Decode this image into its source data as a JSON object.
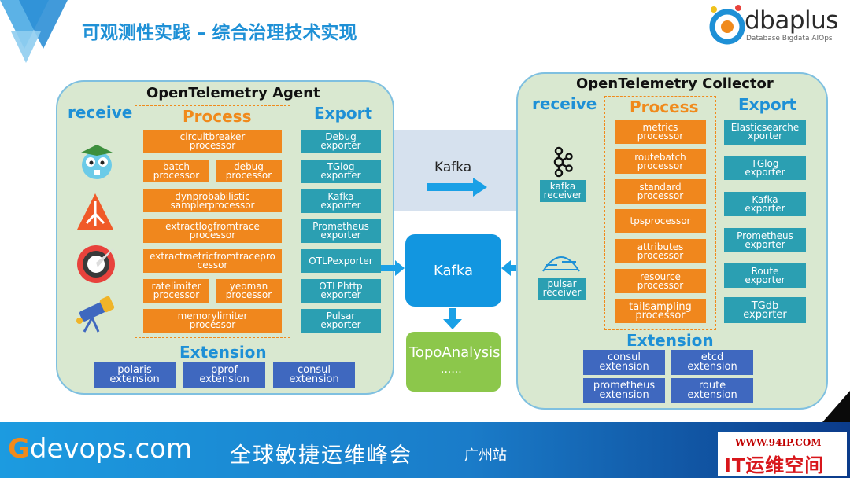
{
  "slide": {
    "title": "可观测性实践 – 综合治理技术实现"
  },
  "brand": {
    "name": "dbaplus",
    "tagline": "Database  Bigdata  AIOps"
  },
  "agent": {
    "title": "OpenTelemetry Agent",
    "receive_label": "receive",
    "process_label": "Process",
    "export_label": "Export",
    "extension_label": "Extension",
    "receivers": [
      "gopher-icon",
      "ant-icon",
      "gauge-icon",
      "telescope-icon"
    ],
    "processors": [
      "circuitbreaker\nprocessor",
      "batch\nprocessor",
      "debug\nprocessor",
      "dynprobabilistic\nsamplerprocessor",
      "extractlogfromtrace\nprocessor",
      "extractmetricfromtracepro\ncessor",
      "ratelimiter\nprocessor",
      "yeoman\nprocessor",
      "memorylimiter\nprocessor"
    ],
    "exporters": [
      "Debug\nexporter",
      "TGlog\nexporter",
      "Kafka\nexporter",
      "Prometheus\nexporter",
      "OTLPexporter",
      "OTLPhttp\nexporter",
      "Pulsar\nexporter"
    ],
    "extensions": [
      "polaris\nextension",
      "pprof\nextension",
      "consul\nextension"
    ]
  },
  "middle": {
    "kafka_band_label": "Kafka",
    "kafka_box_label": "Kafka",
    "topo_title": "TopoAnalysis",
    "topo_sub": "......"
  },
  "collector": {
    "title": "OpenTelemetry Collector",
    "receive_label": "receive",
    "process_label": "Process",
    "export_label": "Export",
    "extension_label": "Extension",
    "kafka_receiver": "kafka\nreceiver",
    "pulsar_receiver": "pulsar\nreceiver",
    "processors": [
      "metrics\nprocessor",
      "routebatch\nprocessor",
      "standard\nprocessor",
      "tpsprocessor",
      "attributes\nprocessor",
      "resource\nprocessor",
      "tailsampling\nprocessor"
    ],
    "exporters": [
      "Elasticsearche\nxporter",
      "TGlog\nexporter",
      "Kafka\nexporter",
      "Prometheus\nexporter",
      "Route\nexporter",
      "TGdb\nexporter"
    ],
    "extensions": [
      "consul\nextension",
      "etcd\nextension",
      "prometheus\nextension",
      "route\nextension"
    ]
  },
  "footer": {
    "site_g": "G",
    "site_rest": "devops.com",
    "conference": "全球敏捷运维峰会",
    "city": "广州站"
  },
  "watermark": {
    "url": "WWW.94IP.COM",
    "name": "IT运维空间"
  },
  "colors": {
    "accent_blue": "#1e90d6",
    "process_orange": "#f08a1c",
    "export_teal": "#2b9fb2",
    "extension_blue": "#3f68bf",
    "kafka_blue": "#1296e0",
    "topo_green": "#8cc74b"
  }
}
